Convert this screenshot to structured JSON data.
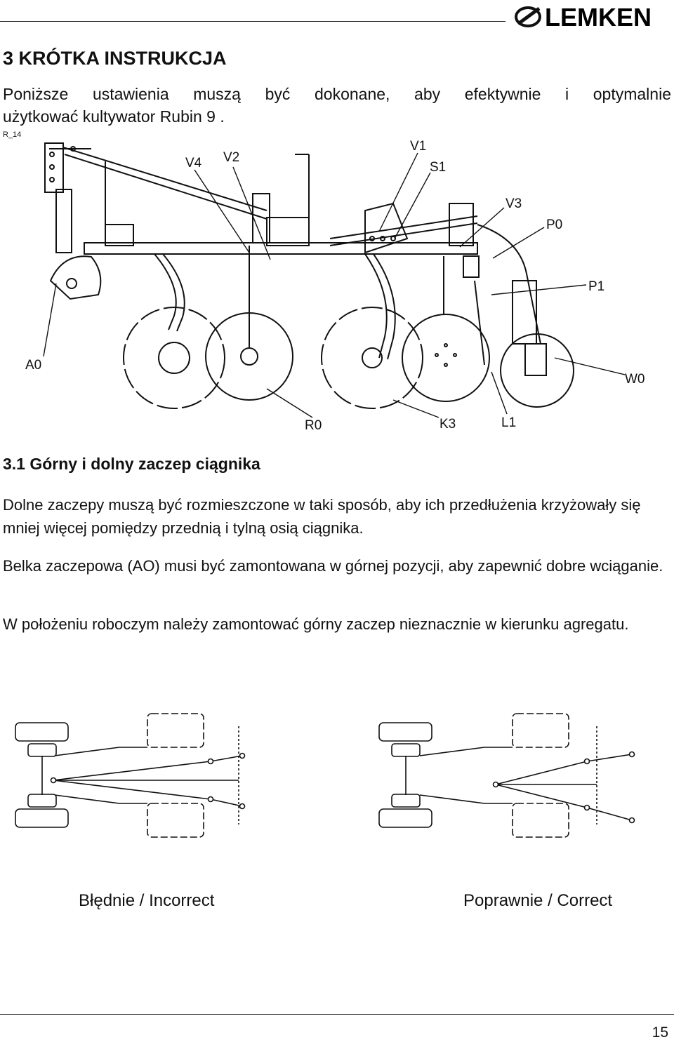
{
  "header": {
    "brand": "LEMKEN"
  },
  "section": {
    "title": "3   KRÓTKA INSTRUKCJA",
    "intro_line1": "Poniższe ustawienia muszą być dokonane, aby efektywnie i optymalnie",
    "intro_line2": "użytkować kultywator Rubin 9 ."
  },
  "figure": {
    "ref": "R_14",
    "labels": {
      "V4": "V4",
      "V2": "V2",
      "V1": "V1",
      "S1": "S1",
      "V3": "V3",
      "P0": "P0",
      "P1": "P1",
      "A0": "A0",
      "W0": "W0",
      "R0": "R0",
      "K3": "K3",
      "L1": "L1"
    }
  },
  "subsection": {
    "title": "3.1   Górny i dolny zaczep ciągnika",
    "p1": "Dolne zaczepy muszą być rozmieszczone w taki sposób, aby ich przedłużenia krzyżowały się mniej więcej pomiędzy przednią i tylną osią ciągnika.",
    "p2": "Belka zaczepowa (AO) musi być zamontowana w górnej pozycji, aby zapewnić dobre wciąganie.",
    "p3": "W położeniu roboczym należy zamontować górny zaczep nieznacznie w kierunku agregatu."
  },
  "tractor_figures": {
    "incorrect": "Błędnie / Incorrect",
    "correct": "Poprawnie / Correct"
  },
  "footer": {
    "page": "15"
  }
}
